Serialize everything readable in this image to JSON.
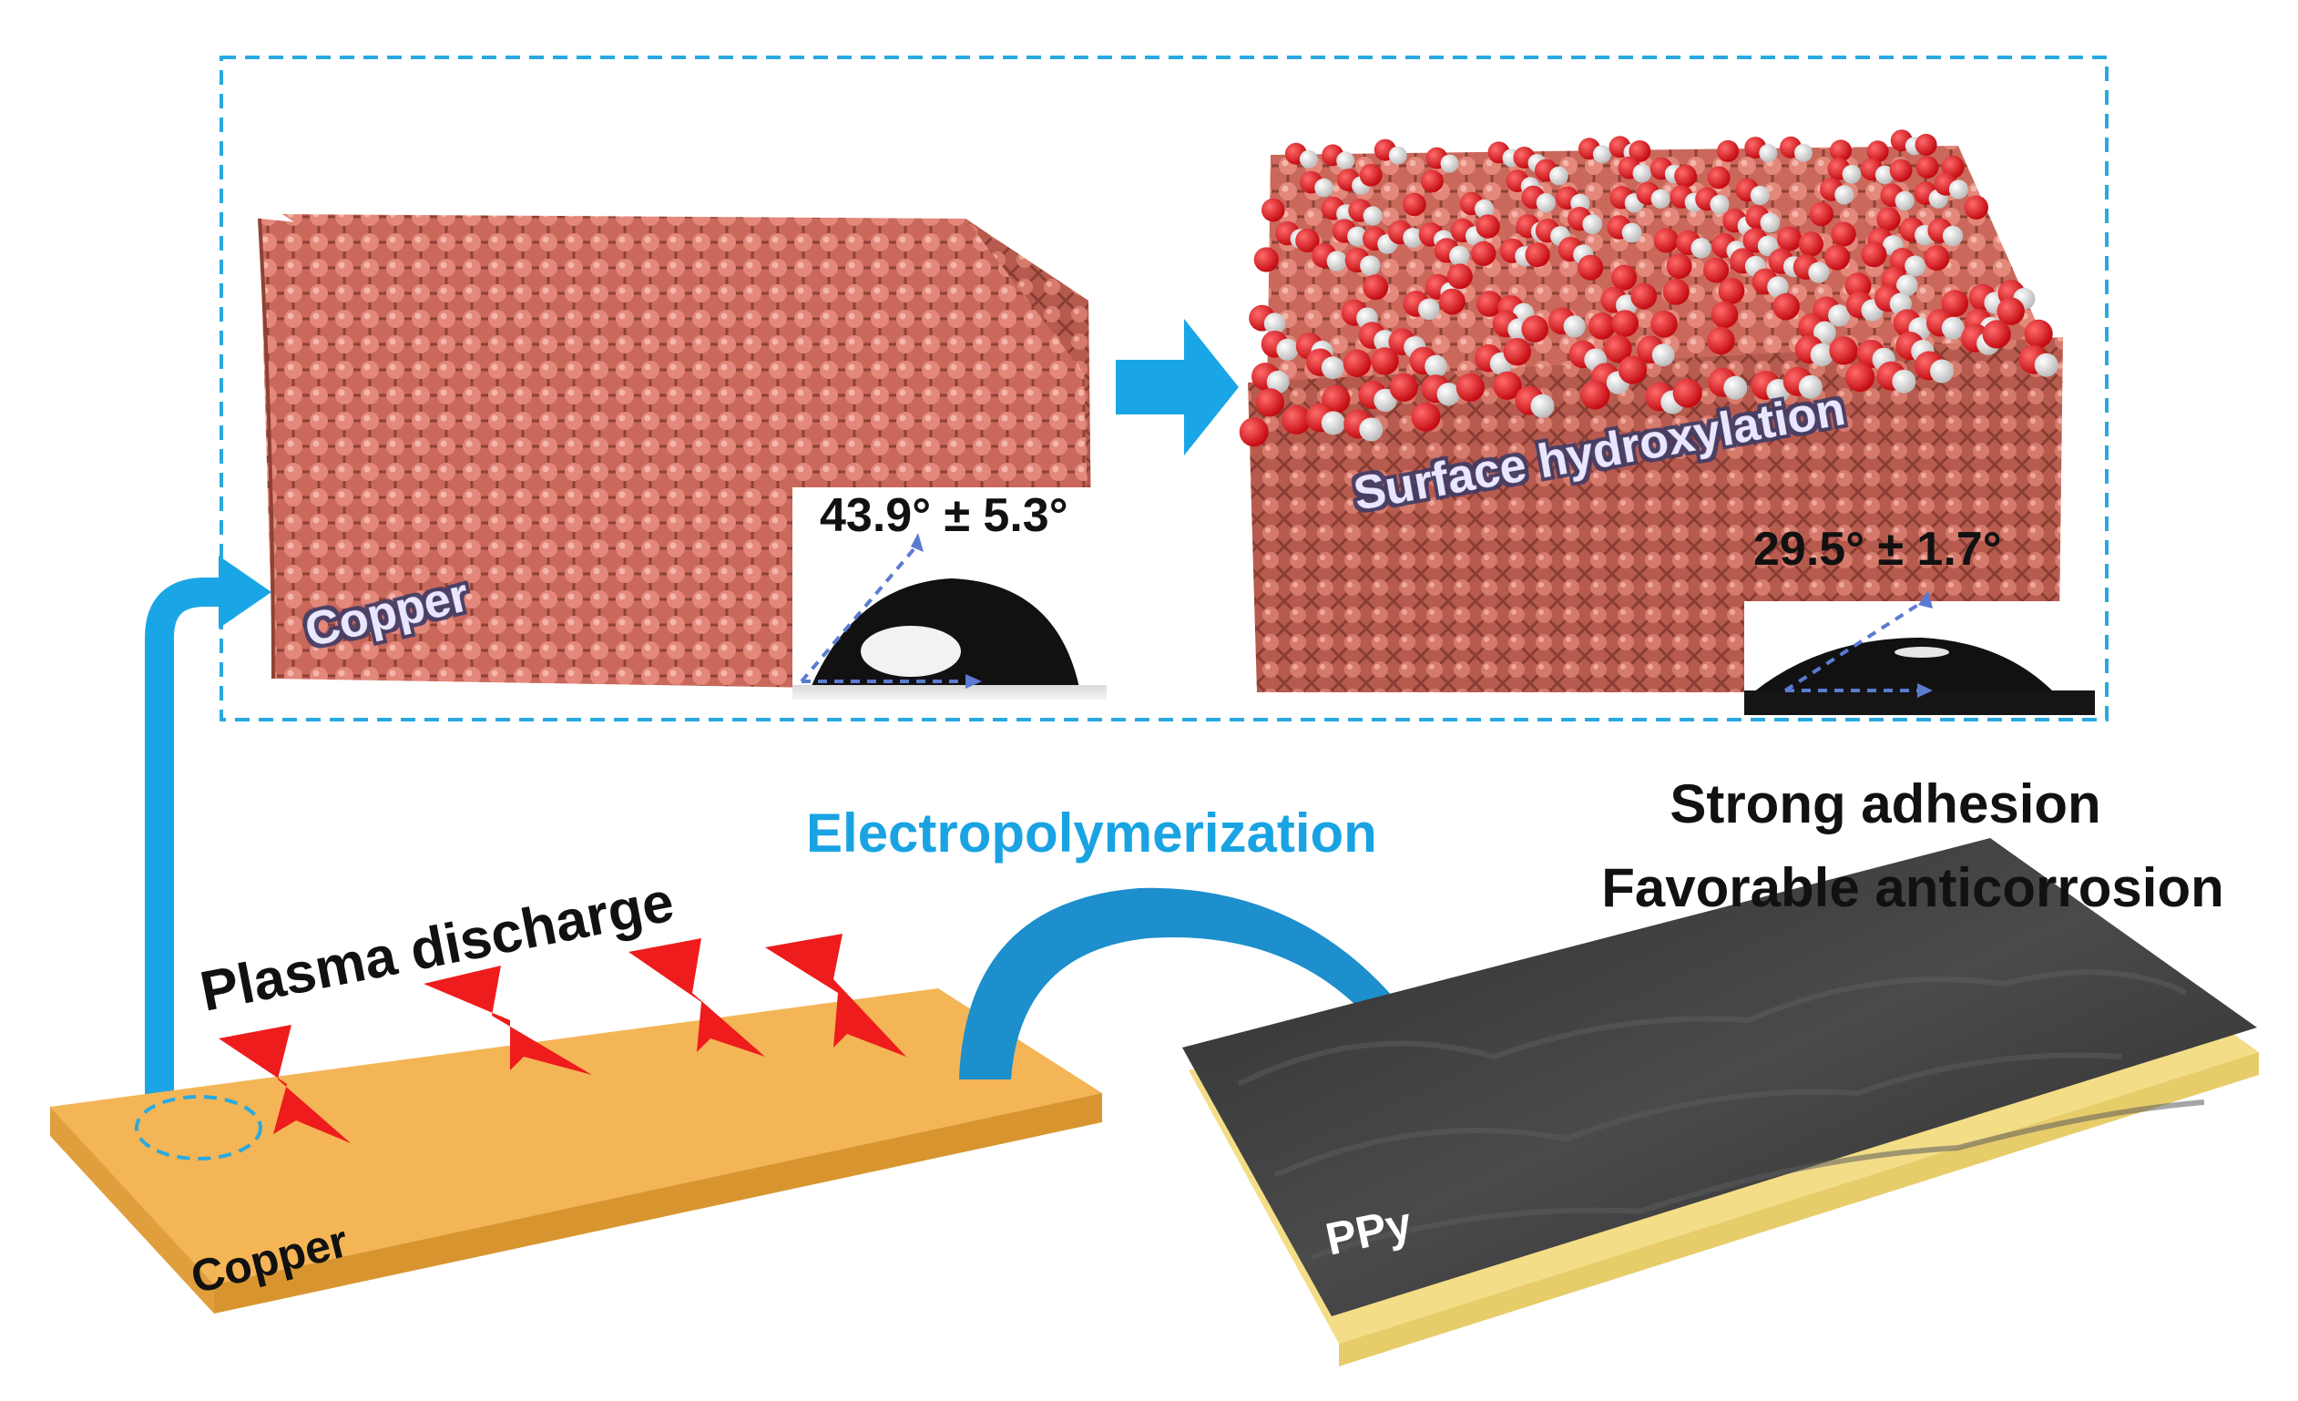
{
  "labels": {
    "copper_crystal": "Copper",
    "surface_hydroxylation": "Surface hydroxylation",
    "contact_angle_before": "43.9° ± 5.3°",
    "contact_angle_after": "29.5° ± 1.7°",
    "electropolymerization": "Electropolymerization",
    "plasma_discharge": "Plasma discharge",
    "copper_plate": "Copper",
    "ppy": "PPy",
    "result_line1": "Strong adhesion",
    "result_line2": "Favorable anticorrosion"
  },
  "colors": {
    "copper_atom": "#d9786a",
    "copper_dark": "#9a4a3e",
    "oxygen": "#e0111a",
    "hydrogen": "#f2f2f2",
    "arrow_blue": "#1aa6e6",
    "dashed_box": "#29a9e0",
    "plate_orange": "#f4b556",
    "plate_side": "#d8952f",
    "ppy_dark": "#3a3a3a",
    "ppy_edge": "#f3de87",
    "lightning": "#ee1c1c",
    "label_electro": "#19a3e3"
  },
  "icons": {
    "process_arrow": "right-arrow-icon",
    "lightning": "lightning-bolt-icon"
  }
}
